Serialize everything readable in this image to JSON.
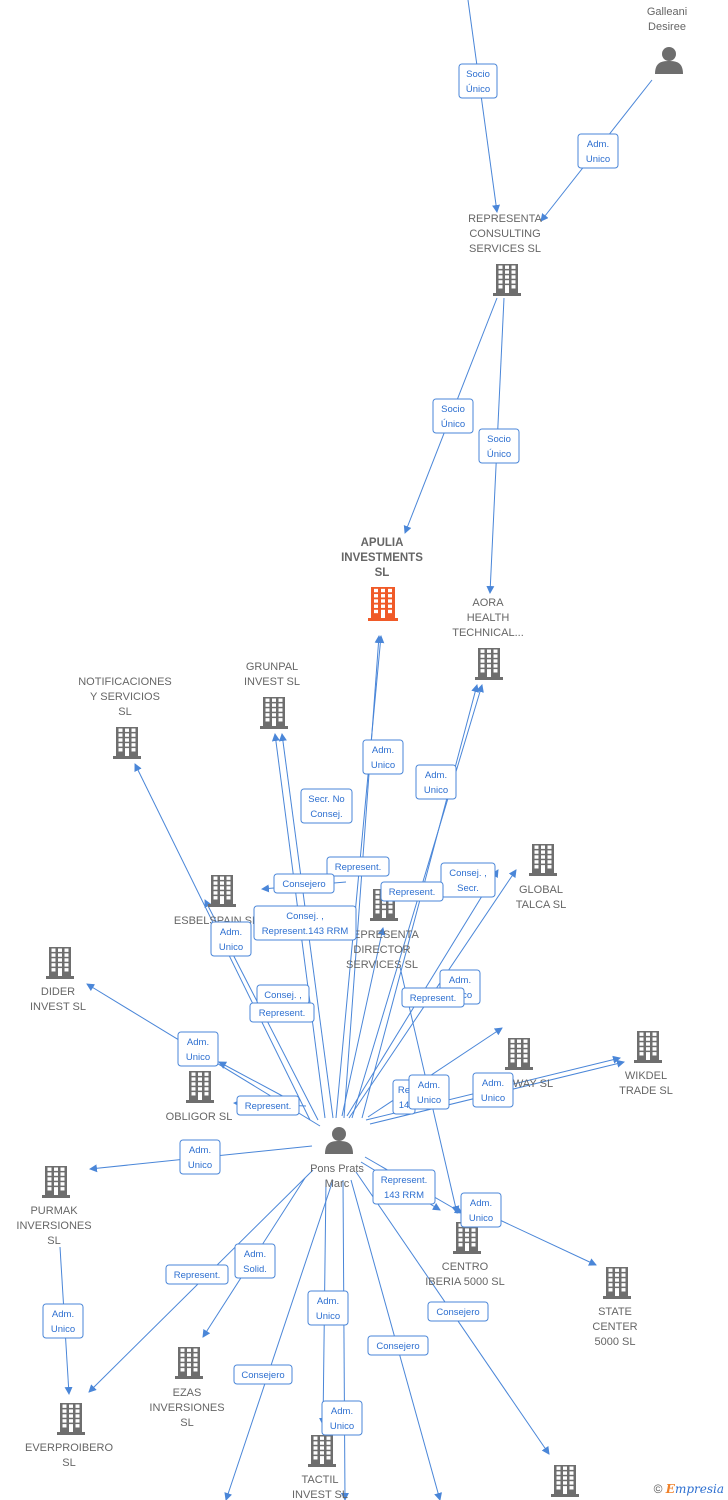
{
  "diagram": {
    "nodes": [
      {
        "id": "galleani",
        "type": "person",
        "lines": [
          "Galleani",
          "Desiree"
        ]
      },
      {
        "id": "representa_consulting",
        "type": "company",
        "lines": [
          "REPRESENTA",
          "CONSULTING",
          "SERVICES  SL"
        ]
      },
      {
        "id": "apulia",
        "type": "company-main",
        "lines": [
          "APULIA",
          "INVESTMENTS",
          "SL"
        ]
      },
      {
        "id": "aora",
        "type": "company",
        "lines": [
          "AORA",
          "HEALTH",
          "TECHNICAL..."
        ]
      },
      {
        "id": "grunpal",
        "type": "company",
        "lines": [
          "GRUNPAL",
          "INVEST  SL"
        ]
      },
      {
        "id": "notificaciones",
        "type": "company",
        "lines": [
          "NOTIFICACIONES",
          "Y SERVICIOS",
          "SL"
        ]
      },
      {
        "id": "esbelspain",
        "type": "company",
        "lines": [
          "ESBELSPAIN  SL"
        ]
      },
      {
        "id": "representa_director",
        "type": "company",
        "lines": [
          "REPRESENTA",
          "DIRECTOR",
          "SERVICES  SL"
        ]
      },
      {
        "id": "global_talca",
        "type": "company",
        "lines": [
          "GLOBAL",
          "TALCA  SL"
        ]
      },
      {
        "id": "dider",
        "type": "company",
        "lines": [
          "DIDER",
          "INVEST  SL"
        ]
      },
      {
        "id": "obligor",
        "type": "company",
        "lines": [
          "OBLIGOR SL"
        ]
      },
      {
        "id": "way",
        "type": "company",
        "lines": [
          "WAY  SL"
        ]
      },
      {
        "id": "wikdel",
        "type": "company",
        "lines": [
          "WIKDEL",
          "TRADE  SL"
        ]
      },
      {
        "id": "pons",
        "type": "person",
        "lines": [
          "Pons Prats",
          "Marc"
        ]
      },
      {
        "id": "purmak",
        "type": "company",
        "lines": [
          "PURMAK",
          "INVERSIONES",
          "SL"
        ]
      },
      {
        "id": "centro_iberia",
        "type": "company",
        "lines": [
          "CENTRO",
          "IBERIA 5000  SL"
        ]
      },
      {
        "id": "state_center",
        "type": "company",
        "lines": [
          "STATE",
          "CENTER",
          "5000  SL"
        ]
      },
      {
        "id": "ezas",
        "type": "company",
        "lines": [
          "EZAS",
          "INVERSIONES",
          "SL"
        ]
      },
      {
        "id": "everproibero",
        "type": "company",
        "lines": [
          "EVERPROIBERO",
          "SL"
        ]
      },
      {
        "id": "tactil",
        "type": "company",
        "lines": [
          "TACTIL",
          "INVEST  SL"
        ]
      },
      {
        "id": "bottom_right",
        "type": "company",
        "lines": []
      }
    ],
    "edge_labels": [
      {
        "id": "e1",
        "lines": [
          "Socio",
          "Único"
        ]
      },
      {
        "id": "e2",
        "lines": [
          "Adm.",
          "Unico"
        ]
      },
      {
        "id": "e3",
        "lines": [
          "Socio",
          "Único"
        ]
      },
      {
        "id": "e4",
        "lines": [
          "Socio",
          "Único"
        ]
      },
      {
        "id": "e5",
        "lines": [
          "Adm.",
          "Unico"
        ]
      },
      {
        "id": "e6",
        "lines": [
          "Adm.",
          "Unico"
        ]
      },
      {
        "id": "e7",
        "lines": [
          "Secr.  No",
          "Consej."
        ]
      },
      {
        "id": "e8",
        "lines": [
          "Represent."
        ]
      },
      {
        "id": "e9",
        "lines": [
          "Consejero"
        ]
      },
      {
        "id": "e10",
        "lines": [
          "Consej. ,",
          "Secr."
        ]
      },
      {
        "id": "e11",
        "lines": [
          "Represent."
        ]
      },
      {
        "id": "e12",
        "lines": [
          "Consej. ,",
          "Represent.143 RRM"
        ]
      },
      {
        "id": "e13",
        "lines": [
          "Adm.",
          "Unico"
        ]
      },
      {
        "id": "e14",
        "lines": [
          "Adm.",
          "Unico"
        ]
      },
      {
        "id": "e15",
        "lines": [
          "Represent."
        ]
      },
      {
        "id": "e16",
        "lines": [
          "Consej. ,"
        ]
      },
      {
        "id": "e17",
        "lines": [
          "Represent."
        ]
      },
      {
        "id": "e18",
        "lines": [
          "Adm.",
          "Unico"
        ]
      },
      {
        "id": "e19",
        "lines": [
          "Represent."
        ]
      },
      {
        "id": "e20",
        "lines": [
          "Re",
          "14"
        ]
      },
      {
        "id": "e21",
        "lines": [
          "Adm.",
          "Unico"
        ]
      },
      {
        "id": "e22",
        "lines": [
          "Adm.",
          "Unico"
        ]
      },
      {
        "id": "e23",
        "lines": [
          "Adm.",
          "Unico"
        ]
      },
      {
        "id": "e24",
        "lines": [
          "Represent.",
          "143 RRM"
        ]
      },
      {
        "id": "e25",
        "lines": [
          "Adm.",
          "Unico"
        ]
      },
      {
        "id": "e26",
        "lines": [
          "Adm.",
          "Solid."
        ]
      },
      {
        "id": "e27",
        "lines": [
          "Represent."
        ]
      },
      {
        "id": "e28",
        "lines": [
          "Adm.",
          "Unico"
        ]
      },
      {
        "id": "e29",
        "lines": [
          "Consejero"
        ]
      },
      {
        "id": "e30",
        "lines": [
          "Adm.",
          "Unico"
        ]
      },
      {
        "id": "e31",
        "lines": [
          "Consejero"
        ]
      },
      {
        "id": "e32",
        "lines": [
          "Consejero"
        ]
      },
      {
        "id": "e33",
        "lines": [
          "Adm.",
          "Unico"
        ]
      }
    ]
  },
  "colors": {
    "edge": "#4a86d8",
    "label_text": "#2d6fd0",
    "node_text": "#666666",
    "icon_gray": "#6e6e6e",
    "icon_main": "#f05a28"
  },
  "footer": {
    "copyright_symbol": "©",
    "brand_initial": "E",
    "brand_rest": "mpresia"
  }
}
